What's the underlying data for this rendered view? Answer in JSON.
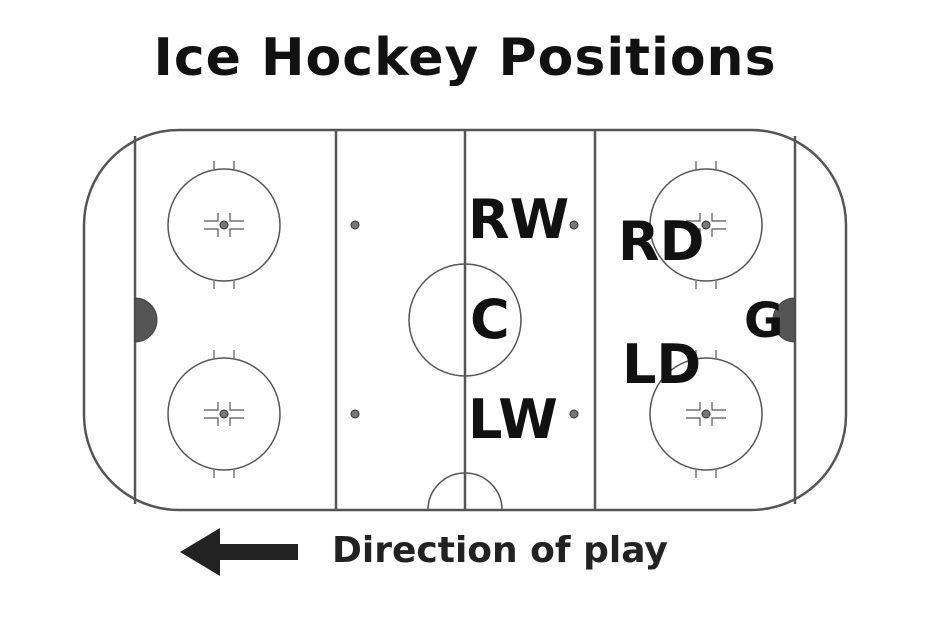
{
  "title": "Ice Hockey Positions",
  "positions": {
    "rw": "RW",
    "c": "C",
    "lw": "LW",
    "rd": "RD",
    "ld": "LD",
    "g": "G"
  },
  "direction_label": "Direction of play",
  "colors": {
    "ink": "#111111",
    "rink_line": "#555555",
    "goal_crease": "#555555"
  },
  "icons": {
    "arrow": "arrow-left-icon"
  }
}
